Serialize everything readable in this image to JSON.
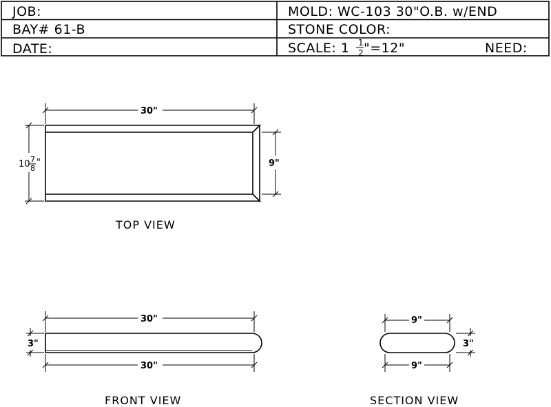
{
  "title_block": {
    "job": "JOB:",
    "bay": "BAY# 61-B",
    "date": "DATE:",
    "mold": "MOLD: WC-103 30\"O.B. w/END",
    "stone_color": "STONE COLOR:",
    "scale_prefix": "SCALE: 1",
    "scale_num": "1",
    "scale_den": "2",
    "scale_suffix": "\"=12\"",
    "need": "NEED:"
  },
  "top_view": {
    "label": "TOP VIEW",
    "length": "30\"",
    "width_whole": "10",
    "width_num": "7",
    "width_den": "8",
    "width_inch": "\"",
    "inner_width": "9\""
  },
  "front_view": {
    "label": "FRONT VIEW",
    "top_length": "30\"",
    "bottom_length": "30\"",
    "height": "3\""
  },
  "section_view": {
    "label": "SECTION VIEW",
    "top_width": "9\"",
    "bottom_width": "9\"",
    "height": "3\""
  }
}
